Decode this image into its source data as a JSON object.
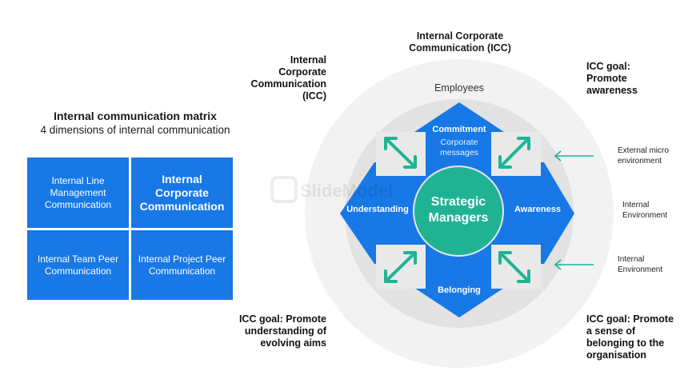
{
  "matrix": {
    "title": "Internal communication matrix",
    "subtitle": "4 dimensions of internal communication",
    "cells": [
      {
        "label": "Internal Line Management Communication"
      },
      {
        "label": "Internal Corporate Communication"
      },
      {
        "label": "Internal Team Peer Communication"
      },
      {
        "label": "Internal Project Peer Communication"
      }
    ]
  },
  "diagram": {
    "top_label": "Internal Corporate Communication (ICC)",
    "left_top_label": "Internal Corporate Communication (ICC)",
    "right_top_label": "ICC goal: Promote awareness",
    "left_bottom_label": "ICC goal: Promote understanding of evolving aims",
    "right_bottom_label": "ICC goal: Promote a sense of belonging to the organisation",
    "employees": "Employees",
    "commitment": "Commitment",
    "corporate_messages": "Corporate messages",
    "understanding": "Understanding",
    "awareness": "Awareness",
    "belonging": "Belonging",
    "center": "Strategic Managers",
    "side_labels": [
      {
        "text": "External micro environment"
      },
      {
        "text": "Internal Environment"
      },
      {
        "text": "Internal Environment"
      }
    ],
    "watermark": "SlideModel",
    "colors": {
      "blue": "#1778e6",
      "teal": "#1fb394",
      "ring_outer": "#f2f2f2",
      "ring_inner": "#e2e2e2"
    }
  }
}
